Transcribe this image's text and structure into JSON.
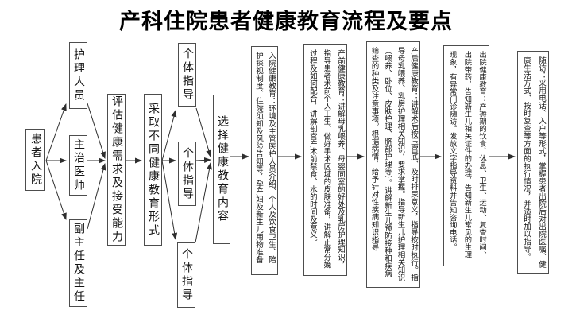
{
  "title": "产科住院患者健康教育流程及要点",
  "colors": {
    "background": "#ffffff",
    "border": "#4d4d4d",
    "text": "#141414",
    "line": "#2e2e2e",
    "title": "#000000"
  },
  "flow": {
    "entry": {
      "label": "患者入院"
    },
    "staff": [
      {
        "label": "护理人员"
      },
      {
        "label": "主治医师"
      },
      {
        "label": "副主任及主任"
      }
    ],
    "assess": {
      "label": "评估健康需求及接受能力"
    },
    "form": {
      "label": "采取不同健康教育形式"
    },
    "guidance": [
      {
        "label": "个体指导"
      },
      {
        "label": "个体指导"
      },
      {
        "label": "个体指导"
      }
    ],
    "select": {
      "label": "选择健康教育内容"
    },
    "stages": [
      {
        "name": "admission-education",
        "label": "入院健康教育：环境及主管医护人员介绍、个人及饮食卫生、陪护探视制度、住院须知及风险告知等，孕产妇及新生儿用物准备"
      },
      {
        "name": "prenatal-education",
        "label": "产前健康教育：讲解母乳喂养、母婴同室的好处及乳房护理知识，指导患者术前个人卫生、做好手术区域的皮肤准备，讲解正常分娩过程及如何配合，讲解剖宫产术前禁食、水的时间及意义。"
      },
      {
        "name": "postpartum-education",
        "label": "产后健康教育：讲解术后按压宫底、及时排尿意义，指导按时执行。指导母乳喂养、乳房护理相关知识，要求掌握。指导新生儿护理相关知识（喂养、卧位、皮肤护理、脐部护理等）。讲解新生儿预防接种和疾病筛查的种类及注意事项。根据病情，给予针对性疾病知识指导"
      },
      {
        "name": "discharge-education",
        "label": "出院健康教育：产褥期的饮食、休息、卫生、运动、复查时间、出院带药，告知新生儿相关证件的办理，告知新生儿常见的生理现象，有异常门诊随访。发放文字指导资料并告知咨询电话。"
      },
      {
        "name": "follow-up",
        "label": "随访：采用电话、入户等形式，掌握患者出院后对出院医嘱、健康生活方式、按时复查等方面的执行情况，并适时加以指导。"
      }
    ]
  }
}
